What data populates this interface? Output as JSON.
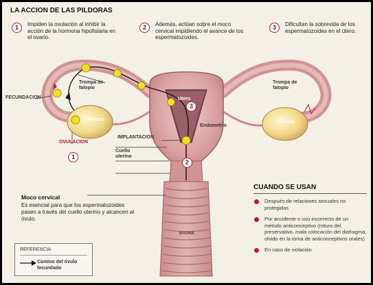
{
  "title": "LA ACCION DE LAS PILDORAS",
  "steps": [
    {
      "num": "1",
      "text": "Impiden la ovulación al inhibir la acción de la hormona hipofisiaria en el ovario."
    },
    {
      "num": "2",
      "text": "Además, actúan sobre el moco cervical impidiendo el avance de los espermatozoides."
    },
    {
      "num": "3",
      "text": "Dificultan la sobrevida de los espermatozoides en el útero."
    }
  ],
  "labels": {
    "fecundacion": "FECUNDACION",
    "trompa_left": "Trompa de falopio",
    "trompa_right": "Trompa de falopio",
    "ovario_left": "Ovario",
    "ovario_right": "Ovario",
    "ovulacion": "OVULACION",
    "implantacion": "IMPLANTACION",
    "endometrio": "Endometrio",
    "utero": "Utero",
    "cuello": "Cuello uterino",
    "vagina": "VAGINA",
    "marker_1": "1",
    "marker_2": "2",
    "marker_3": "3"
  },
  "moco": {
    "title": "Moco cervical",
    "text": "Es esencial para que los espermatozoides pasen a través del cuello uterino y alcancen al óvulo."
  },
  "cuando": {
    "title": "CUANDO SE USAN",
    "items": [
      "Después de relaciones sexuales no protegidas",
      "Por accidente o uso incorrecto de un método anticonceptivo (rotura del preservativo, mala colocación del diafragma, olvido en la toma de anticonceptivos orales)",
      "En caso de violación"
    ]
  },
  "referencia": {
    "title": "REFERENCIA",
    "legend_label": "Camino del óvulo fecundado"
  },
  "colors": {
    "accent_red": "#c0182d",
    "tissue_pink": "#d9a0a0",
    "tissue_dark": "#a86a6a",
    "ovum_yellow": "#f0e020",
    "background": "#f4f0e6"
  }
}
